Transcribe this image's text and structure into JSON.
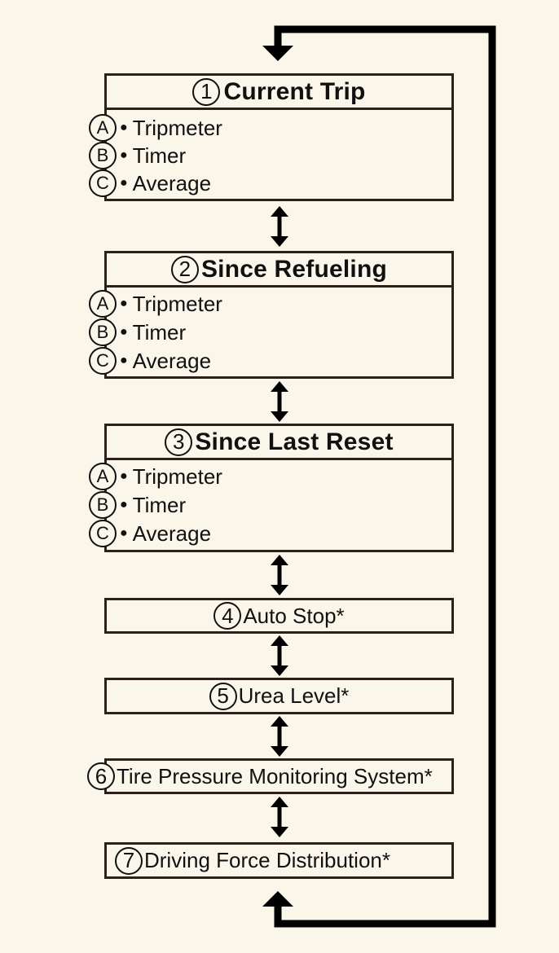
{
  "diagram": {
    "sections": [
      {
        "number": "1",
        "title": "Current Trip",
        "items": [
          {
            "letter": "A",
            "label": "Tripmeter"
          },
          {
            "letter": "B",
            "label": "Timer"
          },
          {
            "letter": "C",
            "label": "Average"
          }
        ]
      },
      {
        "number": "2",
        "title": "Since Refueling",
        "items": [
          {
            "letter": "A",
            "label": "Tripmeter"
          },
          {
            "letter": "B",
            "label": "Timer"
          },
          {
            "letter": "C",
            "label": "Average"
          }
        ]
      },
      {
        "number": "3",
        "title": "Since Last Reset",
        "items": [
          {
            "letter": "A",
            "label": "Tripmeter"
          },
          {
            "letter": "B",
            "label": "Timer"
          },
          {
            "letter": "C",
            "label": "Average"
          }
        ]
      }
    ],
    "screens": [
      {
        "number": "4",
        "label": "Auto Stop*"
      },
      {
        "number": "5",
        "label": "Urea Level*"
      },
      {
        "number": "6",
        "label": "Tire Pressure Monitoring System*"
      },
      {
        "number": "7",
        "label": "Driving Force Distribution*"
      }
    ],
    "colors": {
      "background": "#faf6ea",
      "border": "#2b2118",
      "arrow": "#000000"
    }
  }
}
